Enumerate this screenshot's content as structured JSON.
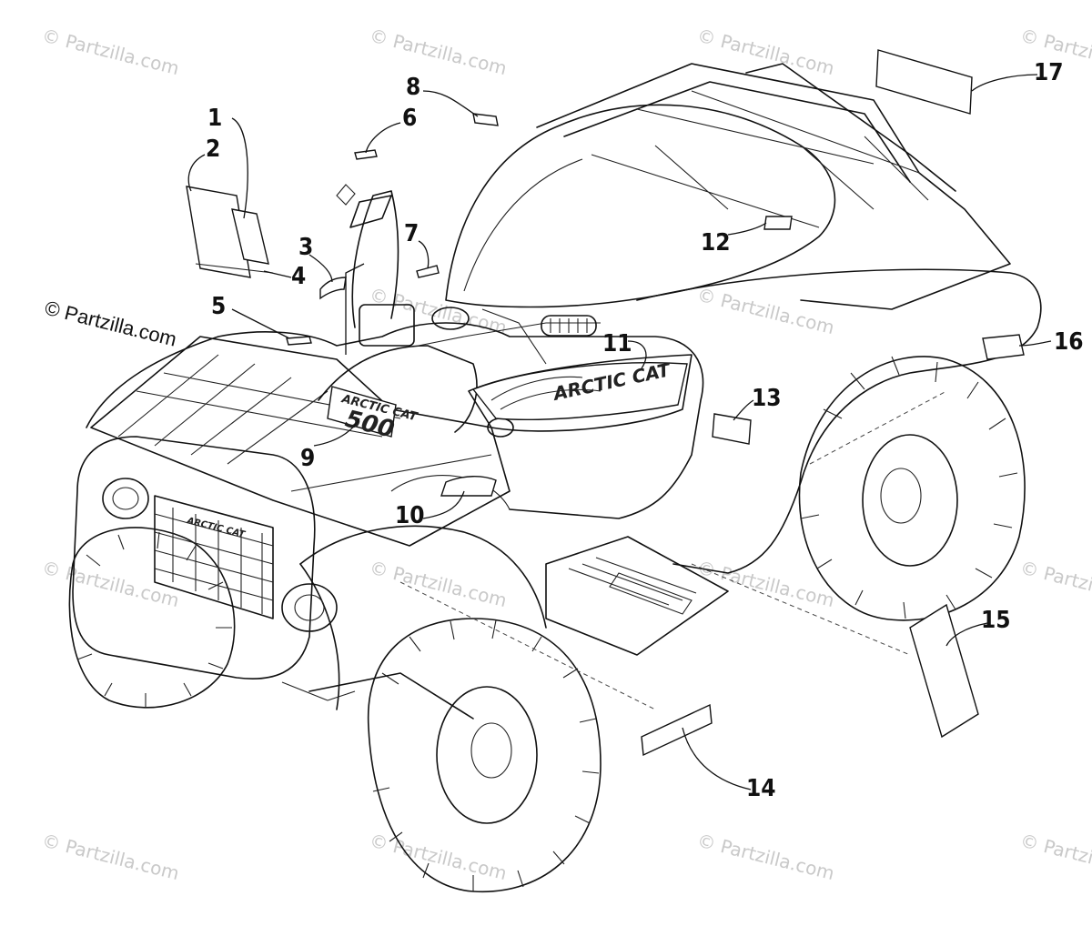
{
  "copyright": "© Partzilla.com",
  "watermark_text": "© Partzilla.com",
  "logo": {
    "brand": "ARCTIC CAT",
    "model": "500",
    "grille_brand": "ARCTIC CAT"
  },
  "callouts": [
    {
      "id": "1",
      "label": "1"
    },
    {
      "id": "2",
      "label": "2"
    },
    {
      "id": "3",
      "label": "3"
    },
    {
      "id": "4",
      "label": "4"
    },
    {
      "id": "5",
      "label": "5"
    },
    {
      "id": "6",
      "label": "6"
    },
    {
      "id": "7",
      "label": "7"
    },
    {
      "id": "8",
      "label": "8"
    },
    {
      "id": "9",
      "label": "9"
    },
    {
      "id": "10",
      "label": "10"
    },
    {
      "id": "11",
      "label": "11"
    },
    {
      "id": "12",
      "label": "12"
    },
    {
      "id": "13",
      "label": "13"
    },
    {
      "id": "14",
      "label": "14"
    },
    {
      "id": "15",
      "label": "15"
    },
    {
      "id": "16",
      "label": "16"
    },
    {
      "id": "17",
      "label": "17"
    }
  ],
  "colors": {
    "line": "#111111",
    "watermark": "#c9c9c9",
    "background": "#ffffff"
  },
  "icons": [
    "atv-outline",
    "decal-shape",
    "leader-line"
  ]
}
